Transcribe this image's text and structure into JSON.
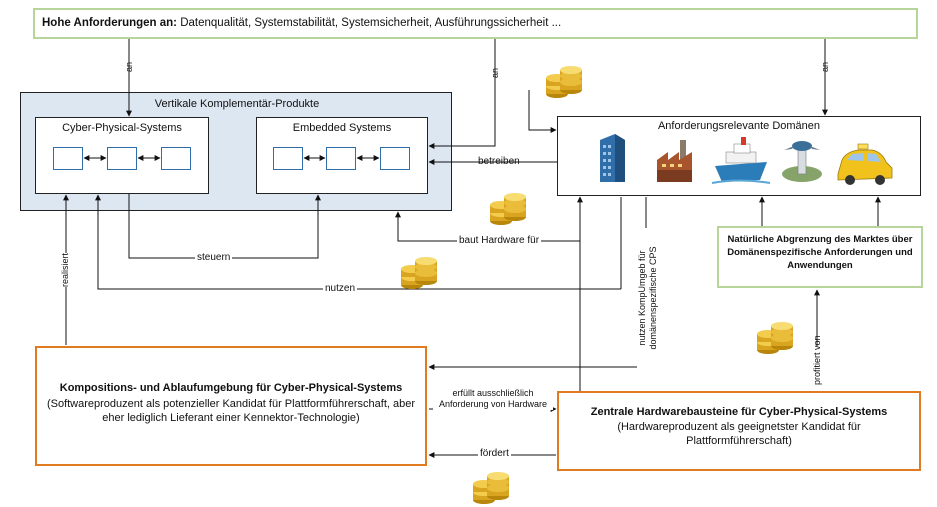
{
  "header": {
    "bold": "Hohe Anforderungen an:",
    "rest": " Datenqualität, Systemstabilität, Systemsicherheit, Ausführungssicherheit ..."
  },
  "vertical": {
    "title": "Vertikale Komplementär-Produkte",
    "cps_title": "Cyber-Physical-Systems",
    "embedded_title": "Embedded Systems"
  },
  "domains": {
    "title": "Anforderungsrelevante Domänen",
    "icons": [
      "office-building-icon",
      "factory-icon",
      "cruise-ship-icon",
      "airport-tower-icon",
      "taxi-icon"
    ]
  },
  "market": {
    "text": "Natürliche Abgrenzung des Marktes über Domänenspezifische Anforderungen und Anwendungen"
  },
  "composition": {
    "title": "Kompositions- und Ablaufumgebung für Cyber-Physical-Systems",
    "subtitle": "(Softwareproduzent als  potenzieller Kandidat für Plattformführerschaft, aber eher lediglich Lieferant einer Kennektor-Technologie)"
  },
  "hardware": {
    "title": "Zentrale Hardwarebausteine für Cyber-Physical-Systems",
    "subtitle": "(Hardwareproduzent als geeignetster Kandidat für Plattformführerschaft)"
  },
  "labels": {
    "an1": "an",
    "an2": "an",
    "an3": "an",
    "betreiben": "betreiben",
    "steuern": "steuern",
    "baut": "baut Hardware für",
    "nutzen": "nutzen",
    "realisiert": "realisiert",
    "nutzen_komp": "nutzen KompUmgeb für domänenspezifische CPS",
    "erfuellt": "erfüllt ausschließlich Anforderung von Hardware",
    "foerdert": "fördert",
    "profitiert": "profitiert von"
  },
  "colors": {
    "green_border": "#b7d49a",
    "orange_border": "#e07b22",
    "blue_fill": "#dde7f2",
    "small_box_border": "#2f6ea8",
    "coin_gold": "#e8b935"
  }
}
